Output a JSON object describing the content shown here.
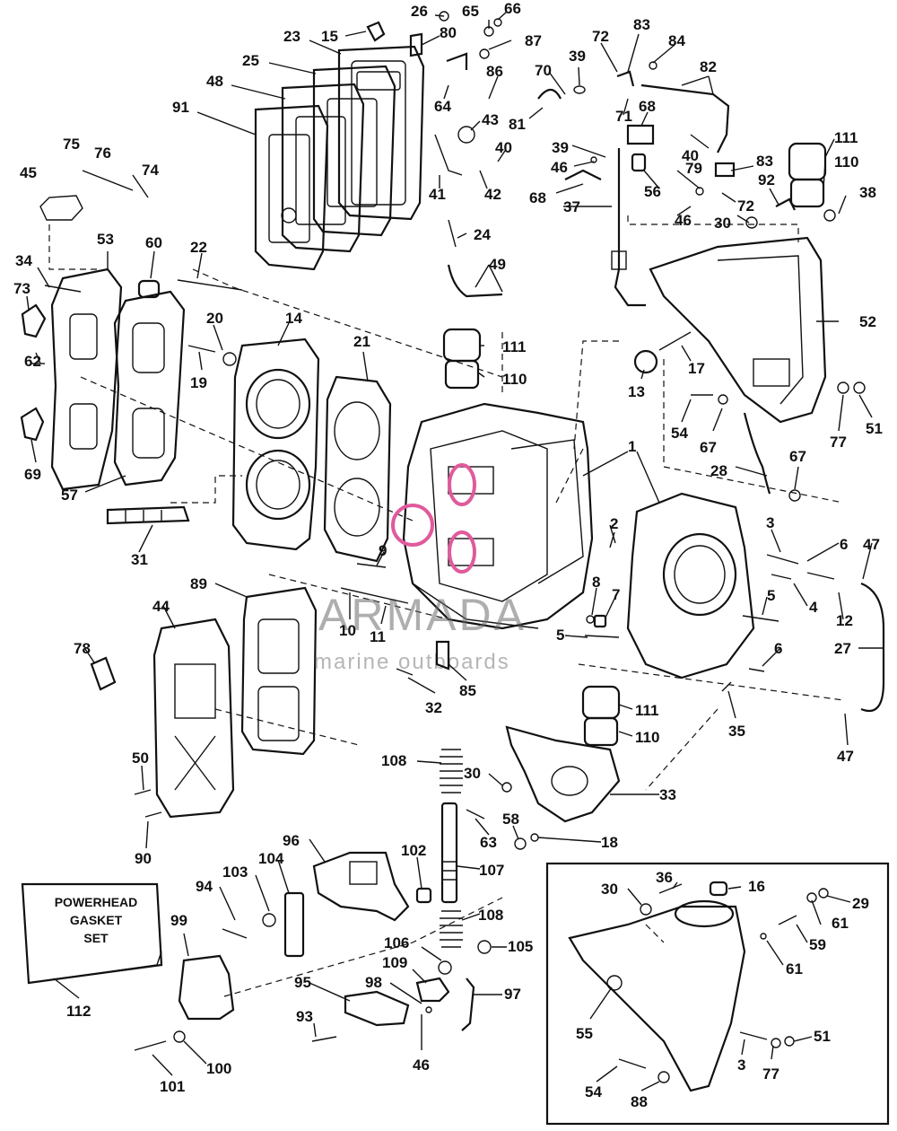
{
  "gasket_kit": {
    "line1": "POWERHEAD",
    "line2": "GASKET",
    "line3": "SET"
  },
  "watermark": {
    "brand": "ARMADA",
    "tagline": "marine outboards",
    "accent_color": "#e05a9c"
  },
  "callouts": [
    {
      "id": "c15",
      "text": "15"
    },
    {
      "id": "c26",
      "text": "26"
    },
    {
      "id": "c65",
      "text": "65"
    },
    {
      "id": "c66",
      "text": "66"
    },
    {
      "id": "c23",
      "text": "23"
    },
    {
      "id": "c80",
      "text": "80"
    },
    {
      "id": "c87",
      "text": "87"
    },
    {
      "id": "c72a",
      "text": "72"
    },
    {
      "id": "c83a",
      "text": "83"
    },
    {
      "id": "c84",
      "text": "84"
    },
    {
      "id": "c39a",
      "text": "39"
    },
    {
      "id": "c25",
      "text": "25"
    },
    {
      "id": "c70",
      "text": "70"
    },
    {
      "id": "c82",
      "text": "82"
    },
    {
      "id": "c48",
      "text": "48"
    },
    {
      "id": "c86",
      "text": "86"
    },
    {
      "id": "c71",
      "text": "71"
    },
    {
      "id": "c91",
      "text": "91"
    },
    {
      "id": "c64",
      "text": "64"
    },
    {
      "id": "c81",
      "text": "81"
    },
    {
      "id": "c68a",
      "text": "68"
    },
    {
      "id": "c43",
      "text": "43"
    },
    {
      "id": "c40a",
      "text": "40"
    },
    {
      "id": "c40b",
      "text": "40"
    },
    {
      "id": "c39b",
      "text": "39"
    },
    {
      "id": "c111a",
      "text": "111"
    },
    {
      "id": "c75",
      "text": "75"
    },
    {
      "id": "c76",
      "text": "76"
    },
    {
      "id": "c46a",
      "text": "46"
    },
    {
      "id": "c83b",
      "text": "83"
    },
    {
      "id": "c110a",
      "text": "110"
    },
    {
      "id": "c74",
      "text": "74"
    },
    {
      "id": "c45",
      "text": "45"
    },
    {
      "id": "c79",
      "text": "79"
    },
    {
      "id": "c92",
      "text": "92"
    },
    {
      "id": "c41",
      "text": "41"
    },
    {
      "id": "c42",
      "text": "42"
    },
    {
      "id": "c68b",
      "text": "68"
    },
    {
      "id": "c56",
      "text": "56"
    },
    {
      "id": "c38",
      "text": "38"
    },
    {
      "id": "c72b",
      "text": "72"
    },
    {
      "id": "c46b",
      "text": "46"
    },
    {
      "id": "c37",
      "text": "37"
    },
    {
      "id": "c30a",
      "text": "30"
    },
    {
      "id": "c24",
      "text": "24"
    },
    {
      "id": "c53",
      "text": "53"
    },
    {
      "id": "c60",
      "text": "60"
    },
    {
      "id": "c22",
      "text": "22"
    },
    {
      "id": "c49",
      "text": "49"
    },
    {
      "id": "c34",
      "text": "34"
    },
    {
      "id": "c73",
      "text": "73"
    },
    {
      "id": "c14",
      "text": "14"
    },
    {
      "id": "c20",
      "text": "20"
    },
    {
      "id": "c52",
      "text": "52"
    },
    {
      "id": "c111b",
      "text": "111"
    },
    {
      "id": "c21",
      "text": "21"
    },
    {
      "id": "c62",
      "text": "62"
    },
    {
      "id": "c19",
      "text": "19"
    },
    {
      "id": "c17",
      "text": "17"
    },
    {
      "id": "c110b",
      "text": "110"
    },
    {
      "id": "c13",
      "text": "13"
    },
    {
      "id": "c54a",
      "text": "54"
    },
    {
      "id": "c67a",
      "text": "67"
    },
    {
      "id": "c77a",
      "text": "77"
    },
    {
      "id": "c51a",
      "text": "51"
    },
    {
      "id": "c69",
      "text": "69"
    },
    {
      "id": "c67b",
      "text": "67"
    },
    {
      "id": "c28",
      "text": "28"
    },
    {
      "id": "c1",
      "text": "1"
    },
    {
      "id": "c57",
      "text": "57"
    },
    {
      "id": "c3a",
      "text": "3"
    },
    {
      "id": "c2",
      "text": "2"
    },
    {
      "id": "c31",
      "text": "31"
    },
    {
      "id": "c6a",
      "text": "6"
    },
    {
      "id": "c47a",
      "text": "47"
    },
    {
      "id": "c9",
      "text": "9"
    },
    {
      "id": "c4",
      "text": "4"
    },
    {
      "id": "c89",
      "text": "89"
    },
    {
      "id": "c8",
      "text": "8"
    },
    {
      "id": "c7",
      "text": "7"
    },
    {
      "id": "c44",
      "text": "44"
    },
    {
      "id": "c5a",
      "text": "5"
    },
    {
      "id": "c12",
      "text": "12"
    },
    {
      "id": "c10",
      "text": "10"
    },
    {
      "id": "c11",
      "text": "11"
    },
    {
      "id": "c5b",
      "text": "5"
    },
    {
      "id": "c27",
      "text": "27"
    },
    {
      "id": "c78",
      "text": "78"
    },
    {
      "id": "c6b",
      "text": "6"
    },
    {
      "id": "c85",
      "text": "85"
    },
    {
      "id": "c32",
      "text": "32"
    },
    {
      "id": "c35",
      "text": "35"
    },
    {
      "id": "c111c",
      "text": "111"
    },
    {
      "id": "c110c",
      "text": "110"
    },
    {
      "id": "c47b",
      "text": "47"
    },
    {
      "id": "c50",
      "text": "50"
    },
    {
      "id": "c108a",
      "text": "108"
    },
    {
      "id": "c30b",
      "text": "30"
    },
    {
      "id": "c33",
      "text": "33"
    },
    {
      "id": "c63",
      "text": "63"
    },
    {
      "id": "c58",
      "text": "58"
    },
    {
      "id": "c18",
      "text": "18"
    },
    {
      "id": "c90",
      "text": "90"
    },
    {
      "id": "c96",
      "text": "96"
    },
    {
      "id": "c107",
      "text": "107"
    },
    {
      "id": "c102",
      "text": "102"
    },
    {
      "id": "c94",
      "text": "94"
    },
    {
      "id": "c103",
      "text": "103"
    },
    {
      "id": "c104",
      "text": "104"
    },
    {
      "id": "c36",
      "text": "36"
    },
    {
      "id": "c30c",
      "text": "30"
    },
    {
      "id": "c16",
      "text": "16"
    },
    {
      "id": "c29",
      "text": "29"
    },
    {
      "id": "c108b",
      "text": "108"
    },
    {
      "id": "c99",
      "text": "99"
    },
    {
      "id": "c61a",
      "text": "61"
    },
    {
      "id": "c59",
      "text": "59"
    },
    {
      "id": "c106",
      "text": "106"
    },
    {
      "id": "c105",
      "text": "105"
    },
    {
      "id": "c61b",
      "text": "61"
    },
    {
      "id": "c109",
      "text": "109"
    },
    {
      "id": "c98",
      "text": "98"
    },
    {
      "id": "c97",
      "text": "97"
    },
    {
      "id": "c95",
      "text": "95"
    },
    {
      "id": "c112",
      "text": "112"
    },
    {
      "id": "c55",
      "text": "55"
    },
    {
      "id": "c93",
      "text": "93"
    },
    {
      "id": "c51b",
      "text": "51"
    },
    {
      "id": "c46c",
      "text": "46"
    },
    {
      "id": "c3b",
      "text": "3"
    },
    {
      "id": "c77b",
      "text": "77"
    },
    {
      "id": "c100",
      "text": "100"
    },
    {
      "id": "c101",
      "text": "101"
    },
    {
      "id": "c54b",
      "text": "54"
    },
    {
      "id": "c88",
      "text": "88"
    }
  ]
}
